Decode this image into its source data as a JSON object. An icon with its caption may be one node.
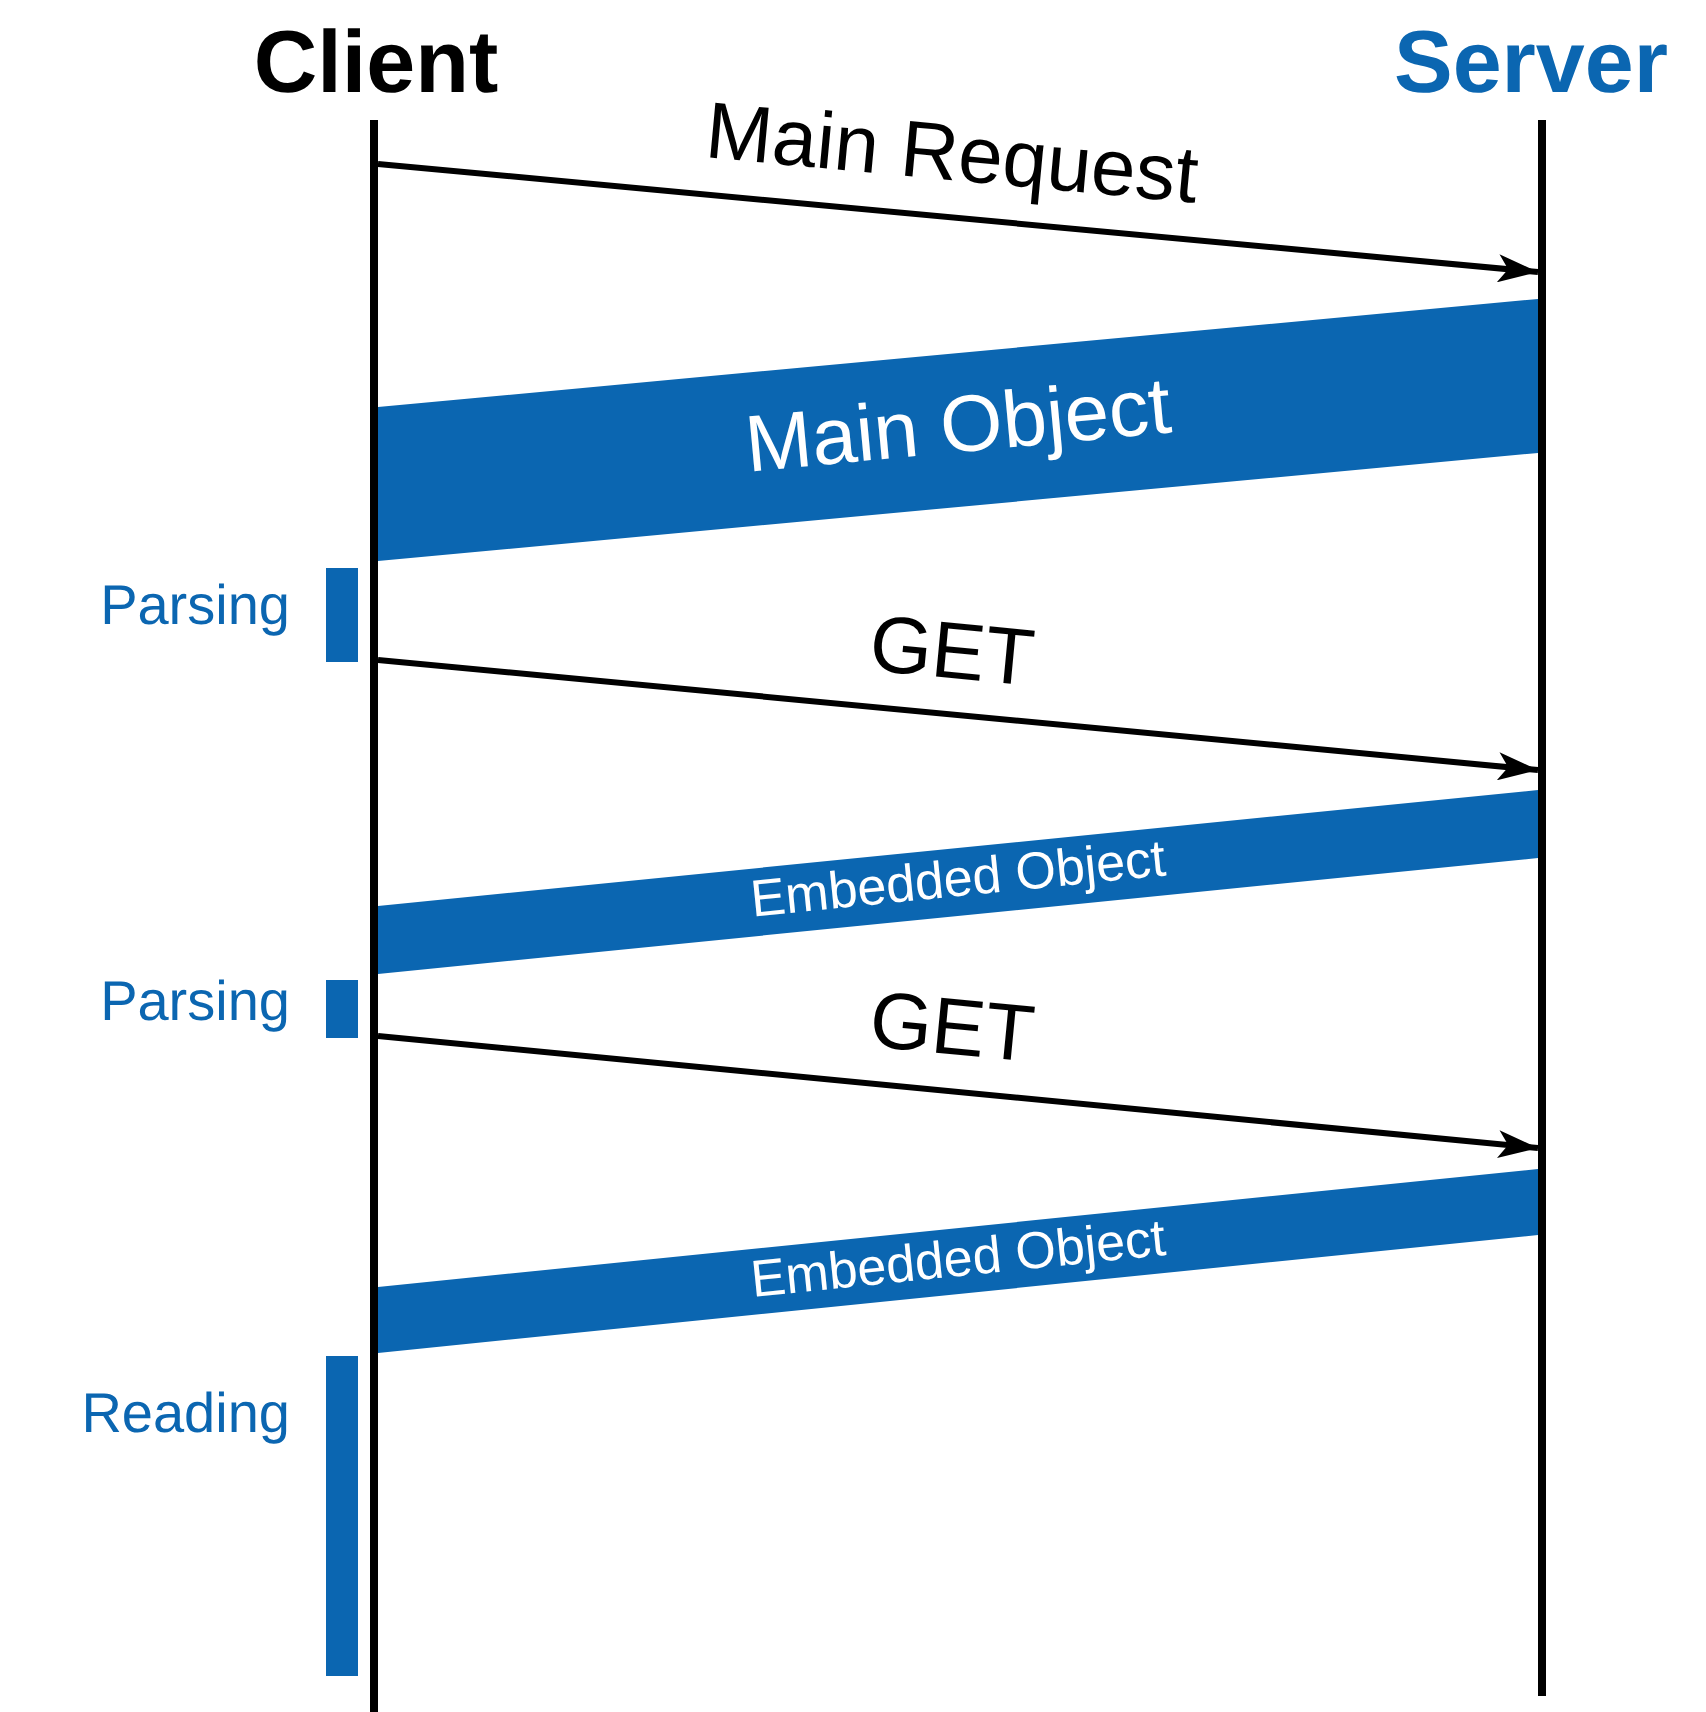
{
  "diagram": {
    "nodes": [
      {
        "text": [
          "Client"
        ]
      },
      {
        "text": [
          "Server"
        ]
      },
      {
        "text": [],
        "shape": "bar",
        "beside": [
          "Parsing"
        ]
      },
      {
        "text": [],
        "shape": "bar",
        "beside": [
          "Parsing"
        ]
      },
      {
        "text": [],
        "shape": "bar",
        "beside": [
          "Reading"
        ]
      }
    ],
    "edges": [
      {
        "from": 0,
        "to": 1,
        "arrow": "to",
        "label": "Main Request"
      },
      {
        "from": 1,
        "to": 0,
        "arrow": "none",
        "label": "Main Object",
        "style": "thick",
        "color": "#0b66b1"
      },
      {
        "from": 0,
        "to": 1,
        "arrow": "to",
        "label": "GET"
      },
      {
        "from": 1,
        "to": 0,
        "arrow": "none",
        "label": "Embedded Object",
        "style": "thick",
        "color": "#0b66b1"
      },
      {
        "from": 0,
        "to": 1,
        "arrow": "to",
        "label": "GET"
      },
      {
        "from": 1,
        "to": 0,
        "arrow": "none",
        "label": "Embedded Object",
        "style": "thick",
        "color": "#0b66b1"
      }
    ]
  }
}
